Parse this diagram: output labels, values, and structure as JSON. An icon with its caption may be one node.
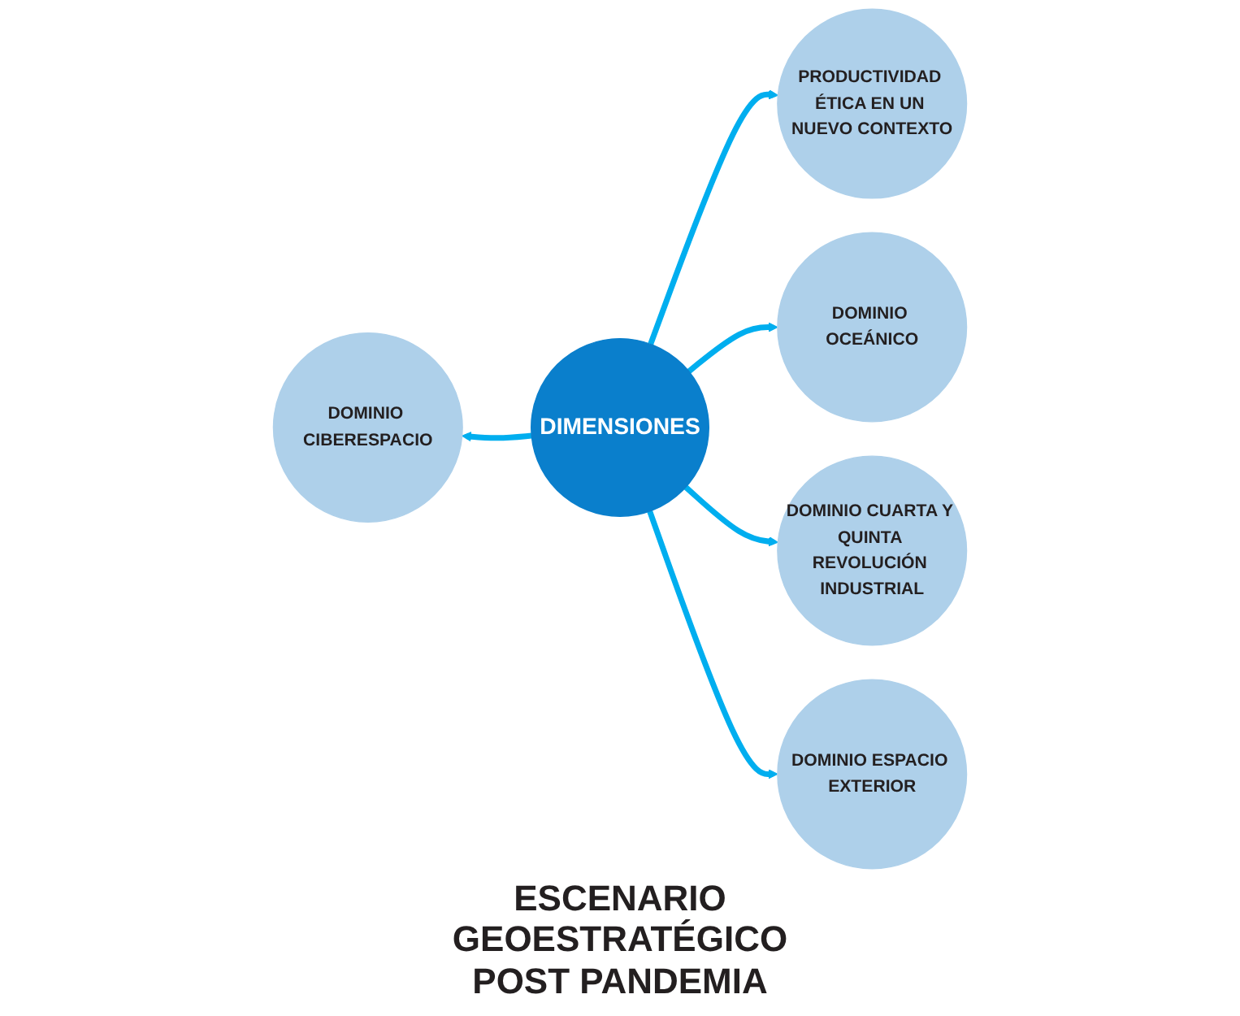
{
  "diagram": {
    "caption": "ESCENARIO GEOESTRATÉGICO POST PANDEMIA",
    "nodes": [
      {
        "text": [
          "DOMINIO CIBERESPACIO"
        ]
      },
      {
        "text": [
          "PRODUCTIVIDAD ÉTICA EN UN NUEVO CONTEXTO"
        ]
      },
      {
        "text": [
          "DOMINIO OCEÁNICO"
        ]
      },
      {
        "text": [
          "DIMENSIONES"
        ]
      },
      {
        "text": [
          "DOMINIO CUARTA Y QUINTA REVOLUCIÓN INDUSTRIAL"
        ]
      },
      {
        "text": [
          "DOMINIO ESPACIO EXTERIOR"
        ]
      }
    ],
    "edges": [
      {
        "from": 3,
        "to": 0,
        "arrow": "to"
      },
      {
        "from": 3,
        "to": 1,
        "arrow": "to"
      },
      {
        "from": 3,
        "to": 2,
        "arrow": "to"
      },
      {
        "from": 3,
        "to": 4,
        "arrow": "to"
      },
      {
        "from": 3,
        "to": 5,
        "arrow": "to"
      }
    ]
  }
}
